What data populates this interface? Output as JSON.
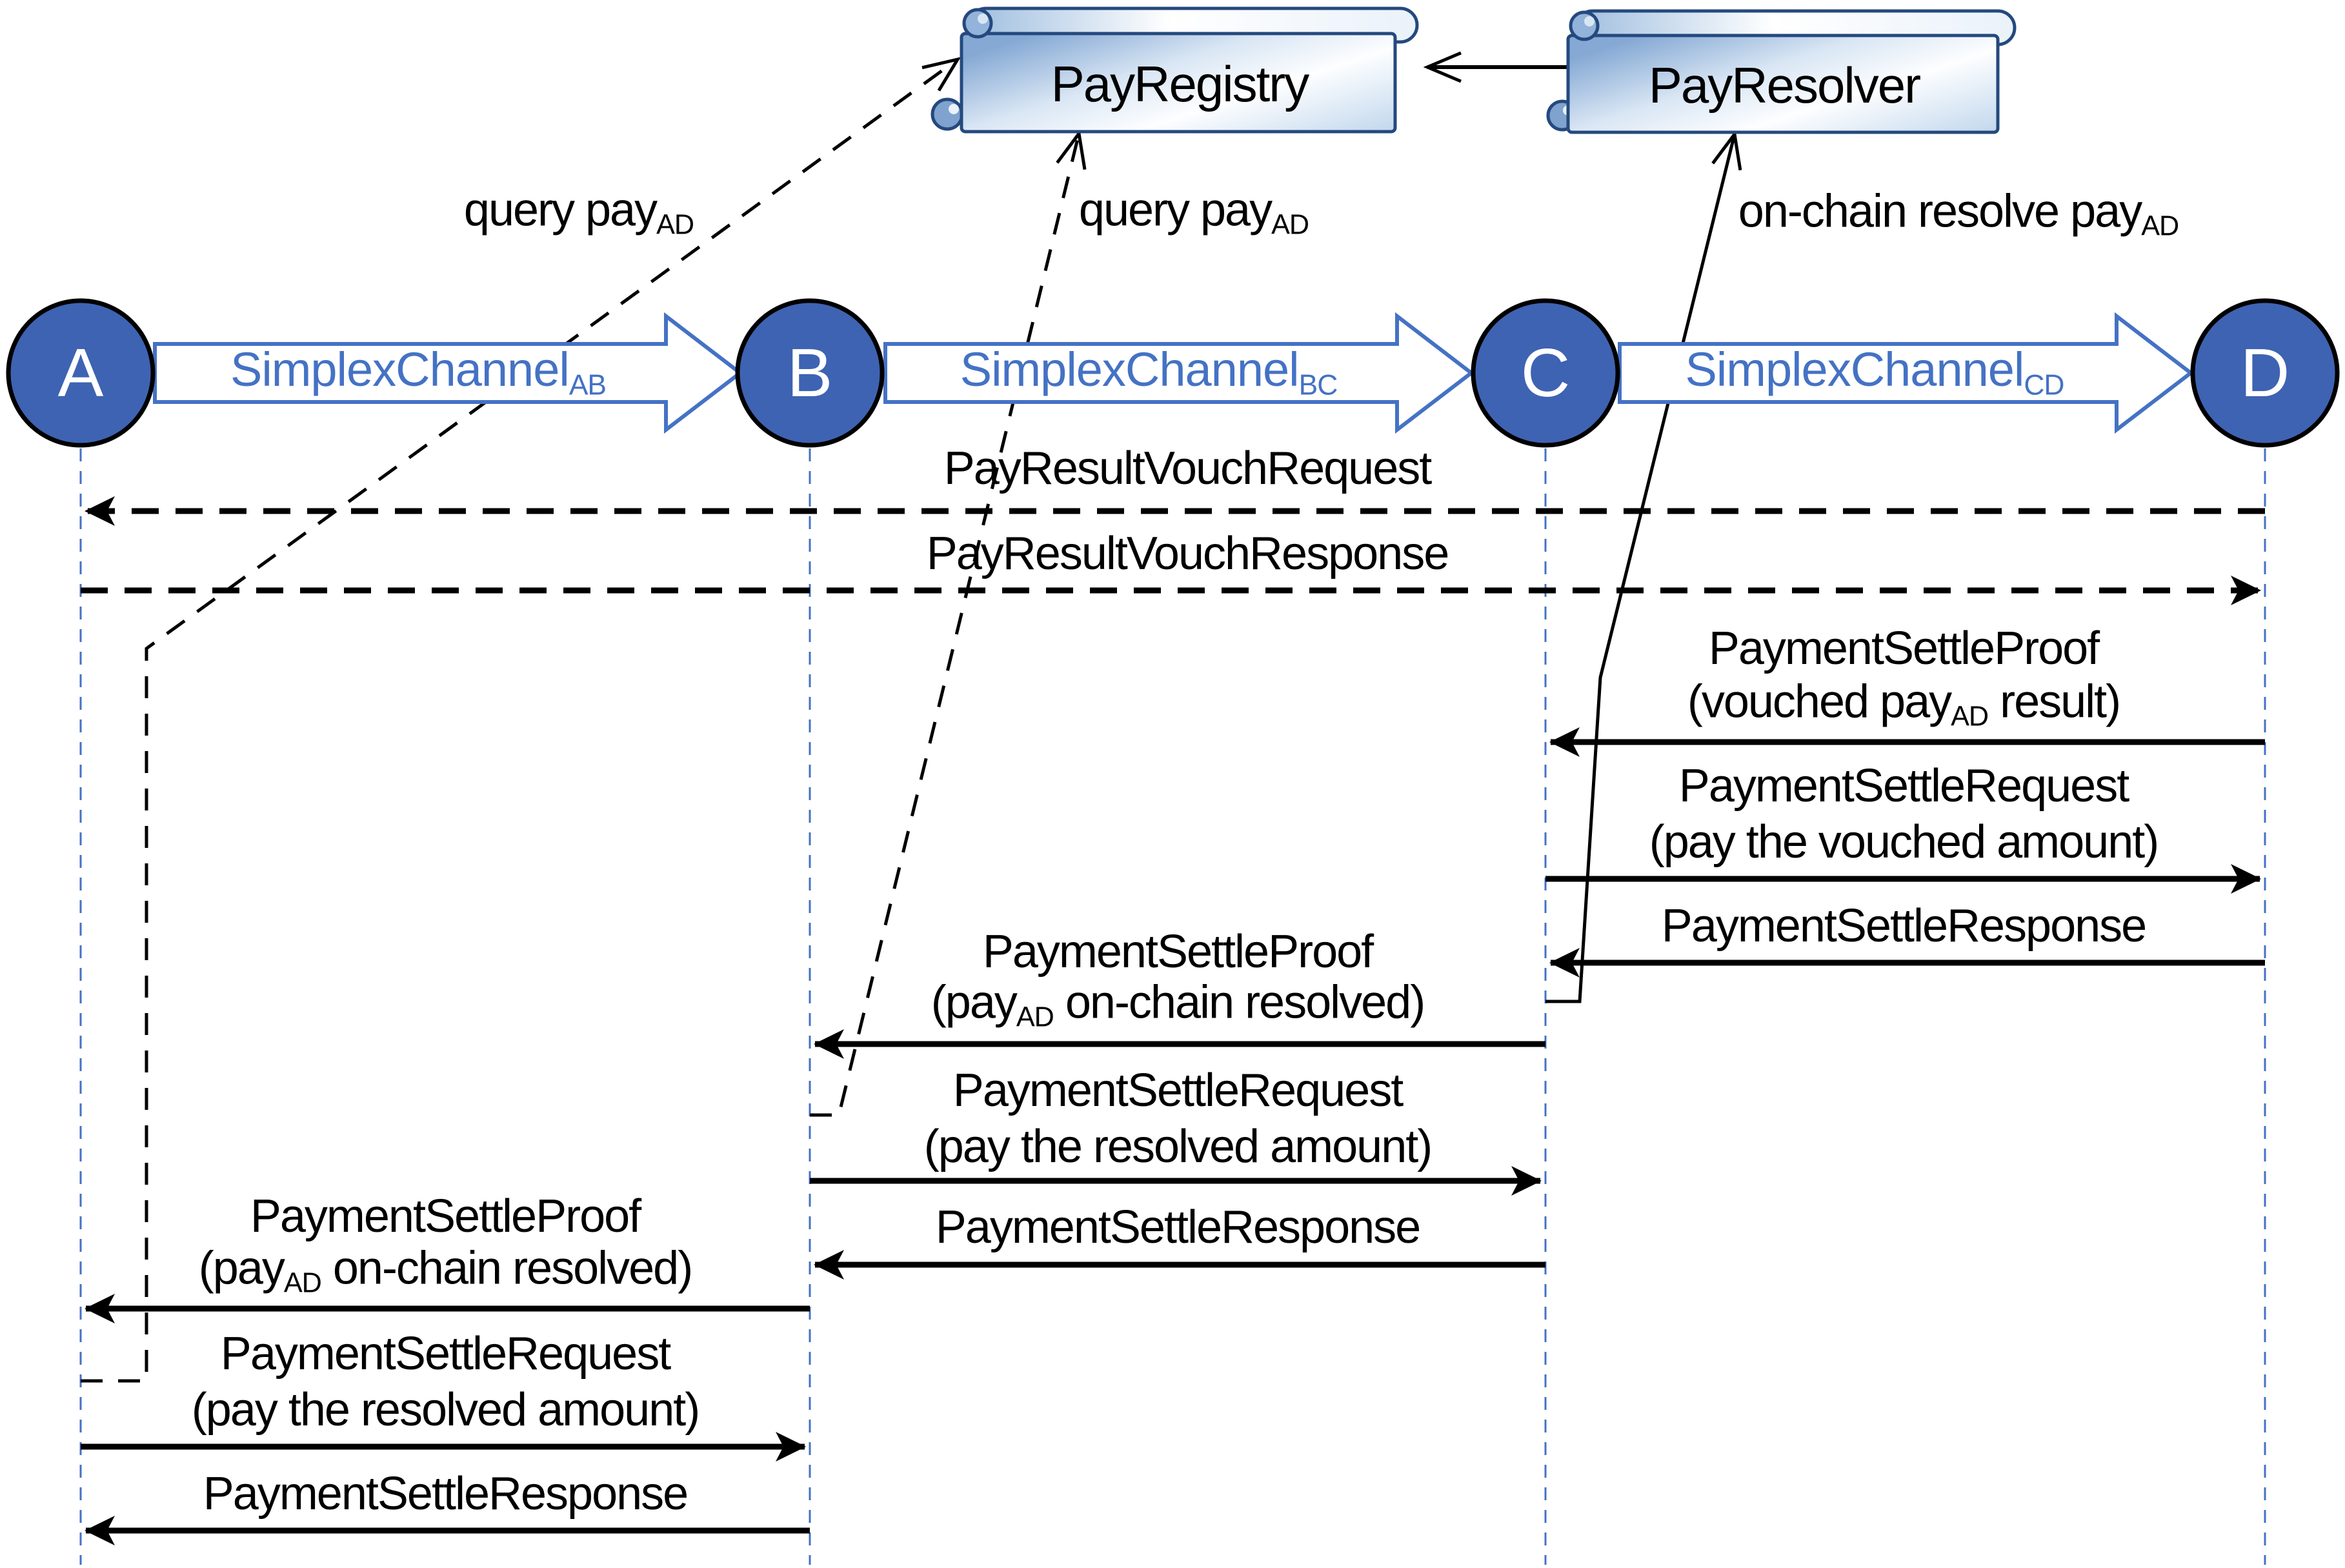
{
  "diagram": {
    "nodes": [
      {
        "id": "A"
      },
      {
        "id": "B"
      },
      {
        "id": "C"
      },
      {
        "id": "D"
      }
    ],
    "channels": [
      {
        "name": "SimplexChannel",
        "sub": "AB"
      },
      {
        "name": "SimplexChannel",
        "sub": "BC"
      },
      {
        "name": "SimplexChannel",
        "sub": "CD"
      }
    ],
    "contracts": {
      "registry": "PayRegistry",
      "resolver": "PayResolver"
    },
    "annotations": {
      "query_left": {
        "pre": "query pay",
        "sub": "AD"
      },
      "query_mid": {
        "pre": "query pay",
        "sub": "AD"
      },
      "resolve": {
        "pre": "on-chain resolve pay",
        "sub": "AD"
      }
    },
    "vouch": {
      "request": "PayResultVouchRequest",
      "response": "PayResultVouchResponse"
    },
    "settle_cd": {
      "proof_line1": "PaymentSettleProof",
      "proof_line2_pre": "(vouched pay",
      "proof_line2_sub": "AD",
      "proof_line2_post": " result)",
      "request_line1": "PaymentSettleRequest",
      "request_line2": "(pay the vouched amount)",
      "response": "PaymentSettleResponse"
    },
    "settle_bc": {
      "proof_line1": "PaymentSettleProof",
      "proof_line2_pre": "(pay",
      "proof_line2_sub": "AD",
      "proof_line2_post": " on-chain resolved)",
      "request_line1": "PaymentSettleRequest",
      "request_line2": "(pay the resolved amount)",
      "response": "PaymentSettleResponse"
    },
    "settle_ab": {
      "proof_line1": "PaymentSettleProof",
      "proof_line2_pre": "(pay",
      "proof_line2_sub": "AD",
      "proof_line2_post": " on-chain resolved)",
      "request_line1": "PaymentSettleRequest",
      "request_line2": "(pay the resolved amount)",
      "response": "PaymentSettleResponse"
    },
    "colors": {
      "node_fill": "#3E63B2",
      "accent_blue": "#4472C4",
      "scroll_border": "#24497E",
      "line_black": "#000000"
    }
  }
}
